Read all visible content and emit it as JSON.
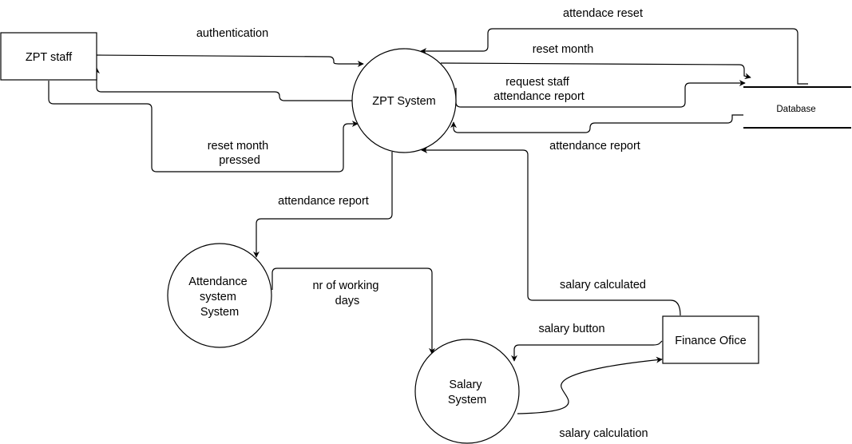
{
  "entities": {
    "zpt_staff": "ZPT staff",
    "finance_office": "Finance Ofice"
  },
  "processes": {
    "zpt_system": "ZPT System",
    "attendance_system": [
      "Attendance",
      "system",
      "System"
    ],
    "salary_system": [
      "Salary",
      "System"
    ]
  },
  "data_store": {
    "database": "Database"
  },
  "flows": {
    "authentication": "authentication",
    "attendace_reset": "attendace reset",
    "reset_month": "reset month",
    "request_report": [
      "request staff",
      "attendance report"
    ],
    "attendance_report_db": "attendance report",
    "reset_month_pressed": [
      "reset month",
      "pressed"
    ],
    "attendance_report_down": "attendance report",
    "working_days": [
      "nr of working",
      "days"
    ],
    "salary_calculated": "salary calculated",
    "salary_button": "salary button",
    "salary_calculation": "salary calculation"
  }
}
